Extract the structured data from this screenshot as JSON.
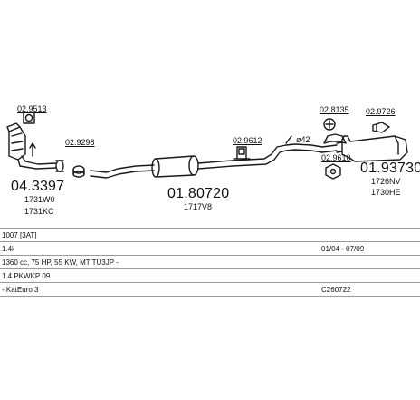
{
  "parts": {
    "p1": {
      "code": "04.3397",
      "refs": [
        "1731W0",
        "1731KC"
      ]
    },
    "p2": {
      "code": "01.80720",
      "refs": [
        "1717V8"
      ]
    },
    "p3": {
      "code": "01.93730",
      "refs": [
        "1726NV",
        "1730HE"
      ]
    }
  },
  "small_refs": {
    "r1": "02.9513",
    "r2": "02.9298",
    "r3": "02.9612",
    "r4": "02.8135",
    "r5": "02.9726",
    "r6": "02.9610"
  },
  "dimension": "ø42",
  "specs": [
    {
      "left": "1007 [3AT]",
      "right": ""
    },
    {
      "left": "1.4i",
      "right": "01/04 - 07/09"
    },
    {
      "left": "1360 cc, 75 HP, 55 KW, MT TU3JP -",
      "right": ""
    },
    {
      "left": "1.4 PKWKP 09",
      "right": ""
    },
    {
      "left": "- KatEuro 3",
      "right": "C260722"
    }
  ],
  "colors": {
    "line": "#1a1a1a",
    "table_border": "#9a9a9a"
  }
}
